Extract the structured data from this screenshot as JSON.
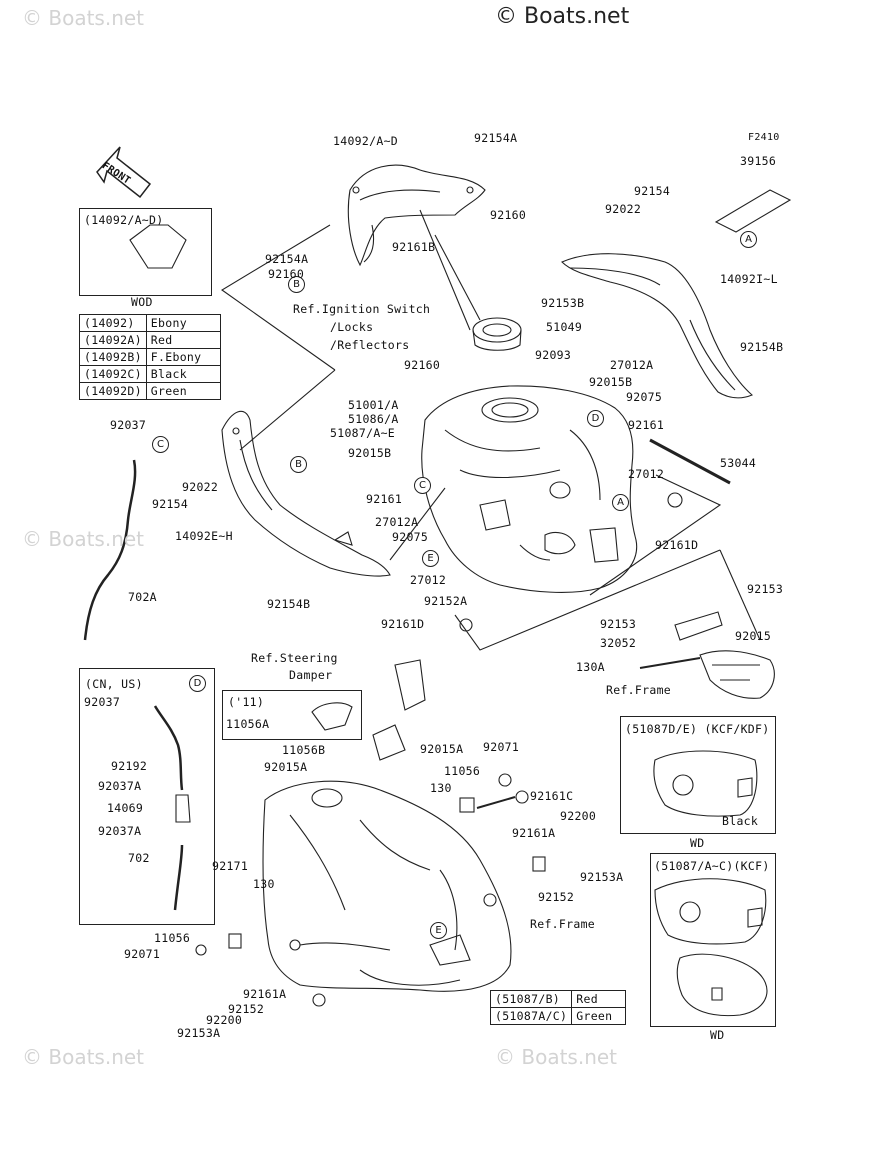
{
  "watermark": {
    "copyright": "© Boats.net",
    "faint": "© Boats.net"
  },
  "figure_code": "F2410",
  "front_label": "FRONT",
  "circle_refs": [
    "A",
    "B",
    "C",
    "D",
    "E"
  ],
  "part_labels": {
    "p14092_ad": "14092/A~D",
    "p92154a_top": "92154A",
    "p92160_top": "92160",
    "p92161b": "92161B",
    "p92154a_left": "92154A",
    "p92160_left": "92160",
    "ref_ignition_1": "Ref.Ignition Switch",
    "ref_ignition_2": "/Locks",
    "ref_ignition_3": "/Reflectors",
    "p92153b": "92153B",
    "p51049": "51049",
    "p92093": "92093",
    "p92160_mid": "92160",
    "p39156": "39156",
    "p92154_r": "92154",
    "p92022_r": "92022",
    "p14092il": "14092I~L",
    "p27012a_r": "27012A",
    "p92154b_r": "92154B",
    "p92015b_r": "92015B",
    "p92075_r": "92075",
    "p92161_r": "92161",
    "p53044": "53044",
    "p27012_r": "27012",
    "p51001": "51001/A",
    "p51086": "51086/A",
    "p51087": "51087/A~E",
    "p92015b_l": "92015B",
    "p92161_l": "92161",
    "p27012a_l": "27012A",
    "p92075_l": "92075",
    "p27012_l": "27012",
    "p92152a": "92152A",
    "p92161d_l": "92161D",
    "p92161d_r": "92161D",
    "p92037_top": "92037",
    "p92022_l": "92022",
    "p92154_l": "92154",
    "p14092eh": "14092E~H",
    "p92154b_l": "92154B",
    "p702a": "702A",
    "p92153_r": "92153",
    "p92153_r2": "92153",
    "p92015_r": "92015",
    "p32052": "32052",
    "p130a": "130A",
    "ref_frame_r": "Ref.Frame",
    "ref_steering_1": "Ref.Steering",
    "ref_steering_2": "Damper",
    "p11056a": "11056A",
    "p11056b": "11056B",
    "p92015a_l": "92015A",
    "p92015a_r": "92015A",
    "p92071_r": "92071",
    "p11056_r": "11056",
    "p130_r": "130",
    "p92161c": "92161C",
    "p92200_r": "92200",
    "p92161a_r": "92161A",
    "p92152_r": "92152",
    "p92153a_r": "92153A",
    "ref_frame_c": "Ref.Frame",
    "p92171": "92171",
    "p130_l": "130",
    "p11056_l": "11056",
    "p92071_l": "92071",
    "p92161a_l": "92161A",
    "p92152_l": "92152",
    "p92200_l": "92200",
    "p92153a_l": "92153A",
    "cn_us": "(CN, US)",
    "p92037_b": "92037",
    "p92192": "92192",
    "p92037a_1": "92037A",
    "p14069": "14069",
    "p92037a_2": "92037A",
    "p702": "702",
    "wod": "WOD",
    "inset_top_title": "(14092/A~D)",
    "inset_11": "('11)",
    "inset_kcf_kdf_title": "(51087D/E) (KCF/KDF)",
    "inset_black": "Black",
    "inset_wd1": "WD",
    "inset_kcf_title": "(51087/A~C)(KCF)",
    "inset_wd2": "WD"
  },
  "color_table": [
    {
      "part": "(14092)",
      "color": "Ebony"
    },
    {
      "part": "(14092A)",
      "color": "Red"
    },
    {
      "part": "(14092B)",
      "color": "F.Ebony"
    },
    {
      "part": "(14092C)",
      "color": "Black"
    },
    {
      "part": "(14092D)",
      "color": "Green"
    }
  ],
  "color_table2": [
    {
      "part": "(51087/B)",
      "color": "Red"
    },
    {
      "part": "(51087A/C)",
      "color": "Green"
    }
  ]
}
